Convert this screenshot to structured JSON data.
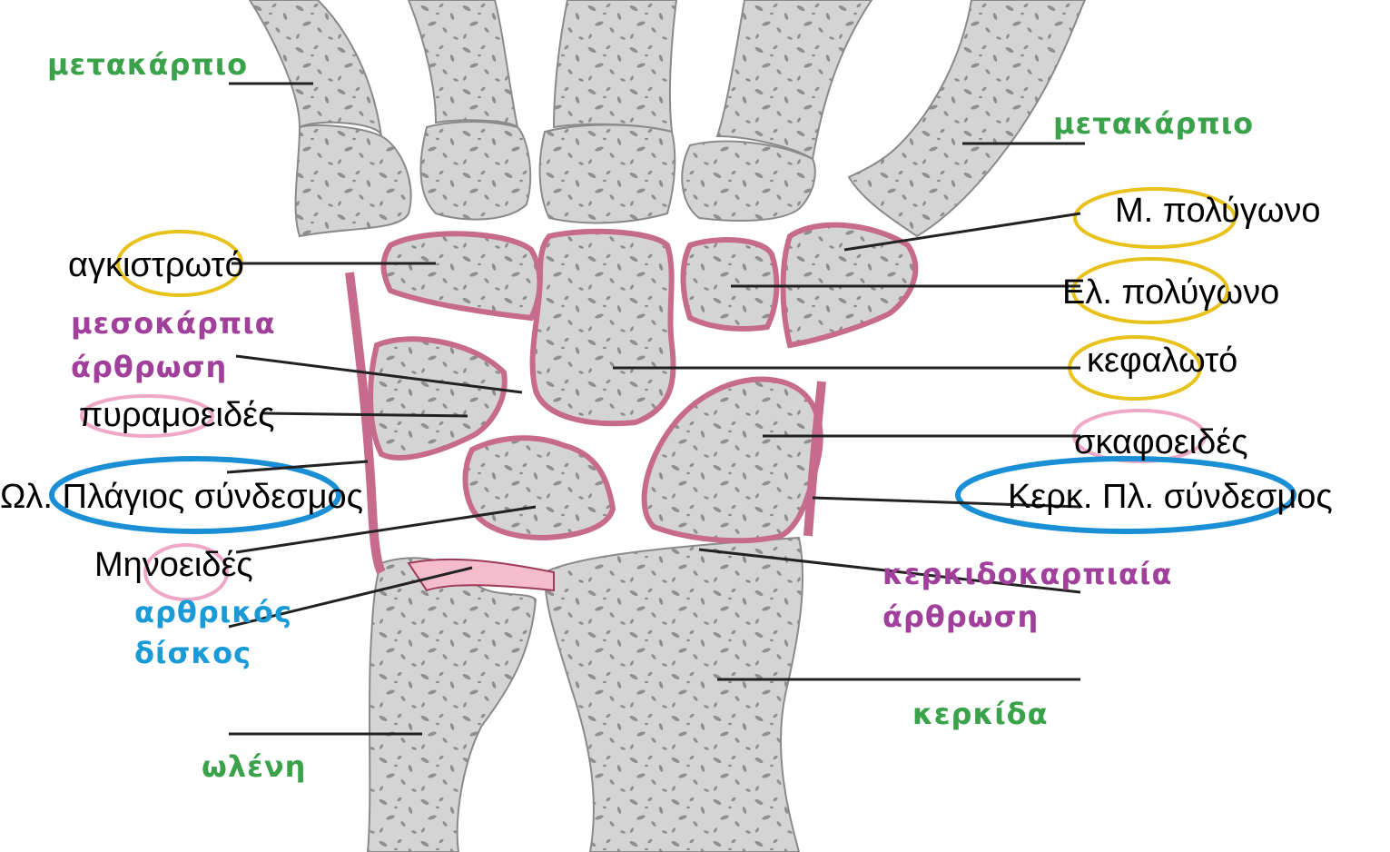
{
  "colors": {
    "green": "#3aa24a",
    "purple": "#a0409a",
    "blue": "#1a9ad6",
    "bone": "#d4d4d4",
    "bone_texture": "#8f8f8f",
    "cartilage": "#e597ae",
    "cartilage_dark": "#9c3a58",
    "highlight_yellow": "#e8c21a",
    "highlight_pink": "#f0a8c8",
    "highlight_blue": "#1a8fd6",
    "leader": "#222222"
  },
  "labels": {
    "metacarpal_left": "μετακάρπιο",
    "metacarpal_right": "μετακάρπιο",
    "trapezium": "Μ. πολύγωνο",
    "hamate": "αγκιστρωτό",
    "trapezoid": "Ελ. πολύγωνο",
    "midcarpal_joint_1": "μεσοκάρπια",
    "midcarpal_joint_2": "άρθρωση",
    "capitate": "κεφαλωτό",
    "triquetrum": "πυραμοειδές",
    "scaphoid": "σκαφοειδές",
    "ulnar_collateral_ligament": "Ωλ. Πλάγιος σύνδεσμος",
    "radial_collateral_ligament": "Κερκ. Πλ. σύνδεσμος",
    "lunate": "Μηνοειδές",
    "radiocarpal_joint_1": "κερκιδοκαρπιαία",
    "radiocarpal_joint_2": "άρθρωση",
    "articular_disc_1": "αρθρικός",
    "articular_disc_2": "δίσκος",
    "radius": "κερκίδα",
    "ulna": "ωλένη"
  }
}
